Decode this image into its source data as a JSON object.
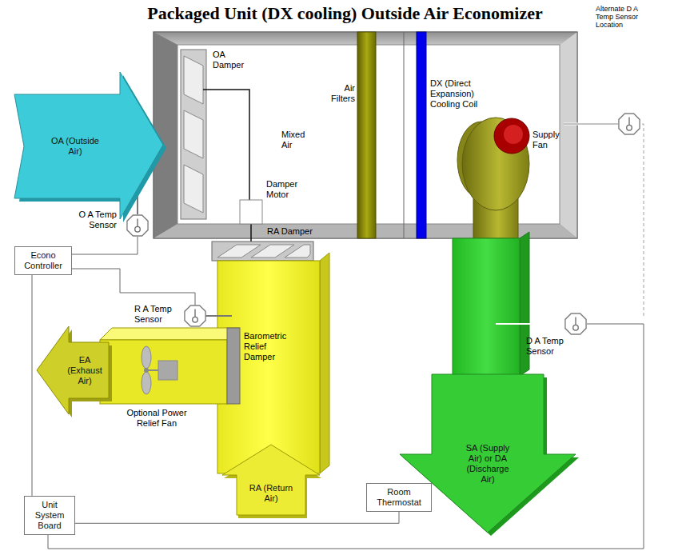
{
  "diagram": {
    "title": "Packaged Unit (DX cooling) Outside Air Economizer",
    "nodes": [
      {
        "text": [
          "OA (Outside Air)"
        ]
      },
      {
        "text": [
          "Econo Controller"
        ]
      },
      {
        "text": [
          "EA (Exhaust Air)"
        ]
      },
      {
        "text": [
          "RA (Return Air)"
        ]
      },
      {
        "text": [
          "SA (Supply Air) or DA (Discharge Air)"
        ]
      },
      {
        "text": [
          "Unit System Board"
        ]
      },
      {
        "text": [
          "Room Thermostat"
        ]
      }
    ],
    "edges": [
      {
        "from": 1,
        "to": 5,
        "arrow": "none"
      },
      {
        "from": 5,
        "to": 6,
        "arrow": "none"
      }
    ],
    "labels": [
      "Alternate D A Temp Sensor Location",
      "OA Damper",
      "Mixed Air",
      "Air Filters",
      "DX (Direct Expansion) Cooling Coil",
      "Supply Fan",
      "Damper Motor",
      "RA Damper",
      "O A Temp Sensor",
      "R A Temp Sensor",
      "Barometric Relief Damper",
      "Optional Power Relief Fan",
      "D A Temp Sensor"
    ]
  }
}
